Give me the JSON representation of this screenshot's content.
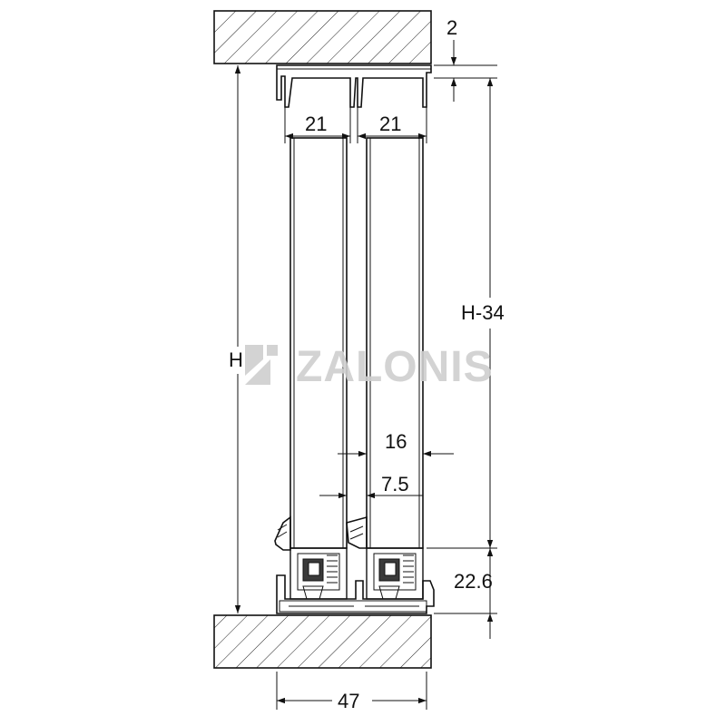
{
  "drawing": {
    "dimensions": {
      "top_gap": "2",
      "panel_width_left": "21",
      "panel_width_right": "21",
      "overall_height": "H",
      "panel_height": "H-34",
      "panel_gap": "16",
      "frame_offset": "7.5",
      "bottom_track_height": "22.6",
      "track_width": "47"
    },
    "watermark": {
      "brand": "ZALONIS"
    }
  },
  "colors": {
    "line": "#111111",
    "hatch": "#222222",
    "watermark": "#cfcfcf",
    "background": "#ffffff"
  }
}
